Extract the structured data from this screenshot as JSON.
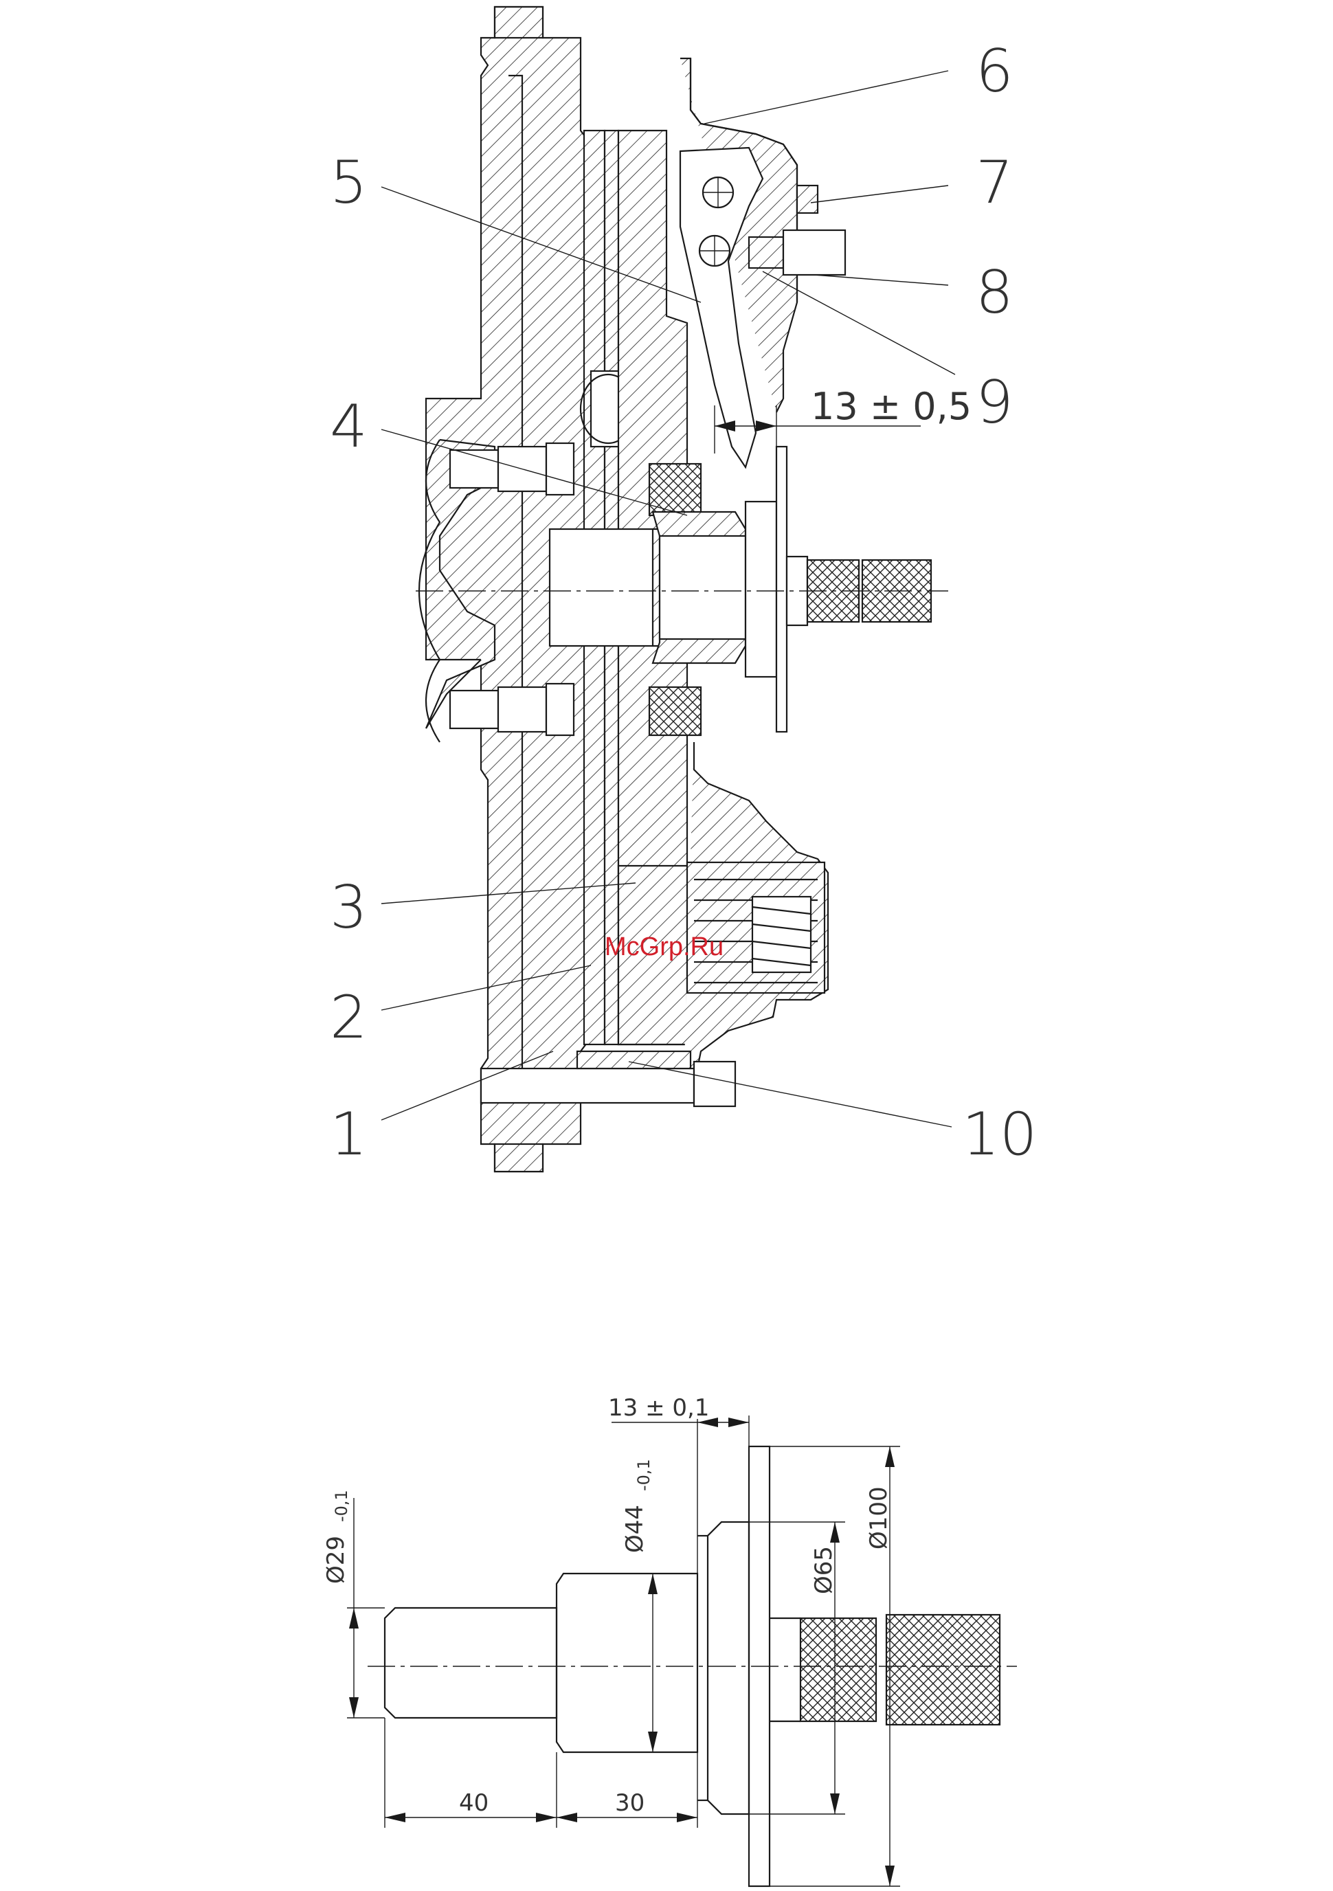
{
  "callouts": [
    "6",
    "5",
    "7",
    "8",
    "9",
    "4",
    "3",
    "2",
    "1",
    "10"
  ],
  "dimensions": {
    "lever_gap": "13 ± 0,5",
    "flange_thickness": "13 ± 0,1",
    "pilot_diameter": "Ø29",
    "pilot_tolerance": "-0,1",
    "shoulder_diameter": "Ø44",
    "shoulder_tolerance": "-0,1",
    "hub_diameter": "Ø65",
    "flange_diameter": "Ø100",
    "pilot_length": "40",
    "shoulder_length": "30"
  },
  "watermark": "McGrp.Ru",
  "colors": {
    "ink": "#1a1a1a",
    "watermark": "#d21f2a"
  }
}
